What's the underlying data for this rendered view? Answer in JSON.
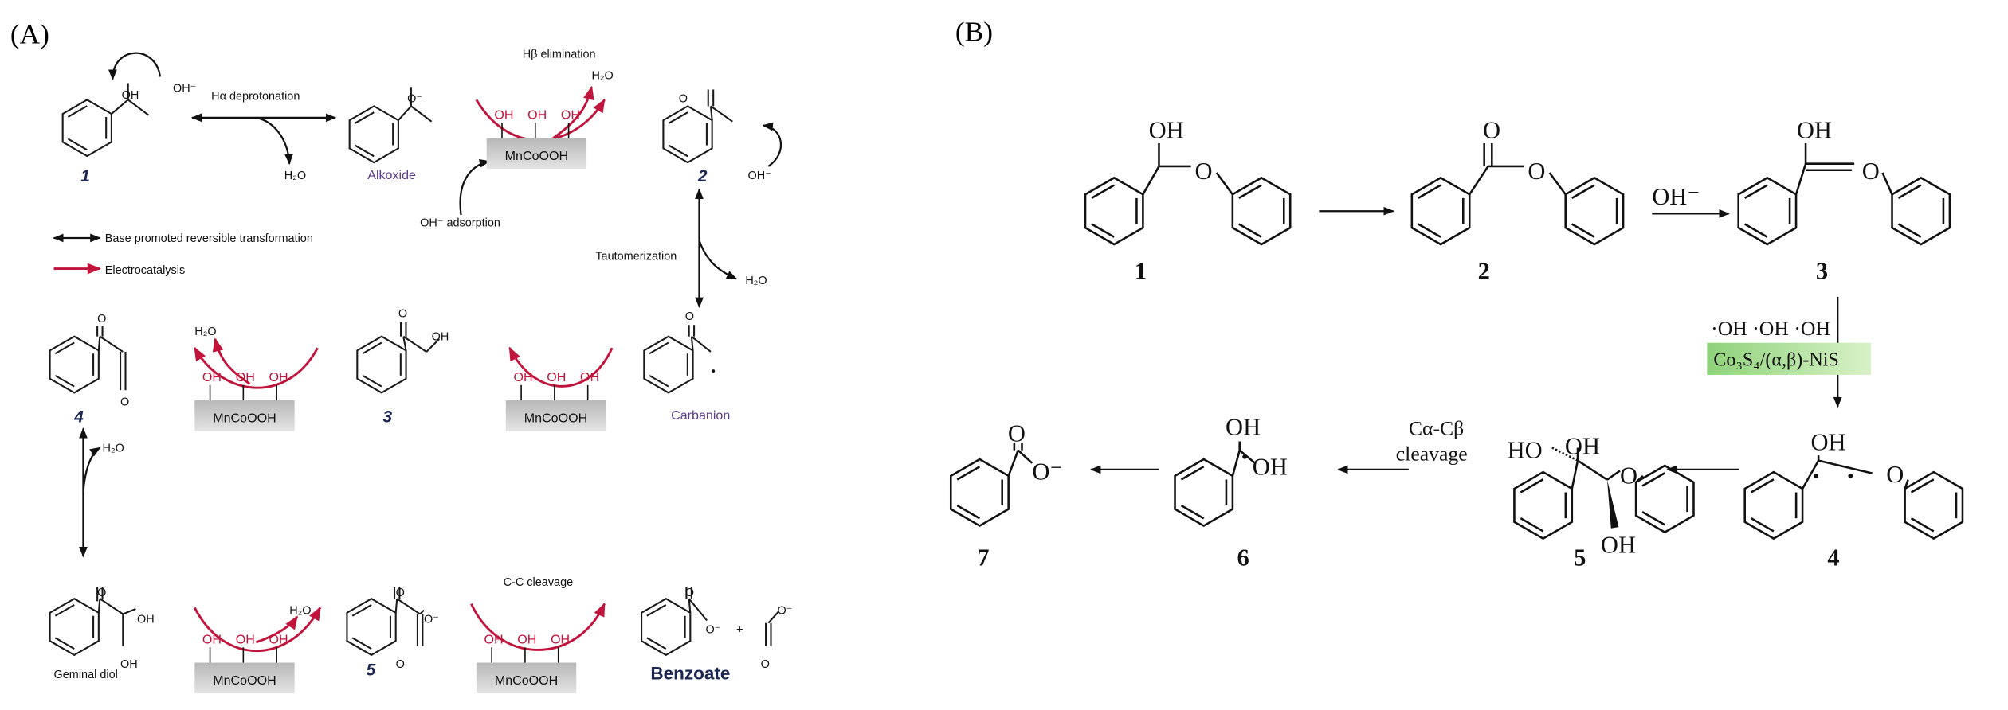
{
  "panel_a": {
    "label": "(A)",
    "compounds": {
      "c1": "1",
      "c2": "2",
      "c3": "3",
      "c4": "4",
      "c5": "5"
    },
    "species": {
      "alkoxide": "Alkoxide",
      "carbanion": "Carbanion",
      "geminal_diol": "Geminal diol",
      "benzoate": "Benzoate"
    },
    "steps": {
      "deprotonation": "Hα deprotonation",
      "elimination": "Hβ elimination",
      "adsorption": "OH⁻ adsorption",
      "tautomerization": "Tautomerization",
      "cc_cleavage": "C-C cleavage"
    },
    "reagents": {
      "oh_minus": "OH⁻",
      "h2o": "H₂O",
      "oh": "OH",
      "o": "O",
      "o_minus": "O⁻",
      "plus": "+"
    },
    "catalyst": {
      "name": "MnCoOOH",
      "site": "OH"
    },
    "legend": [
      {
        "label": "Base promoted reversible transformation",
        "color": "#111111"
      },
      {
        "label": "Electrocatalysis",
        "color": "#c0143c"
      }
    ]
  },
  "panel_b": {
    "label": "(B)",
    "compounds": {
      "c1": "1",
      "c2": "2",
      "c3": "3",
      "c4": "4",
      "c5": "5",
      "c6": "6",
      "c7": "7"
    },
    "reagents": {
      "oh_minus": "OH⁻",
      "oh": "OH",
      "ho": "HO",
      "o": "O",
      "o_minus": "O⁻",
      "radicals": "·OH ·OH ·OH"
    },
    "catalyst": "Co₃S₄/(α,β)-NiS",
    "steps": {
      "cleavage_line1": "Cα-Cβ",
      "cleavage_line2": "cleavage"
    },
    "colors": {
      "catalyst_box": "#a8dc8c"
    }
  }
}
